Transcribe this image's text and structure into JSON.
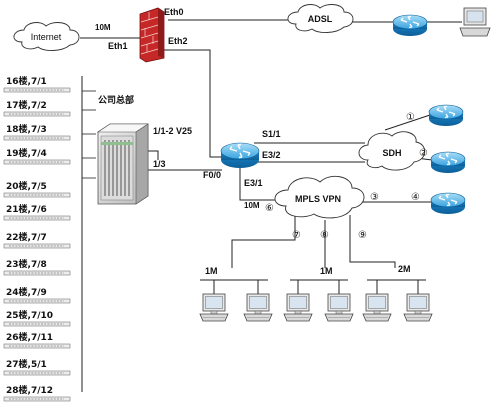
{
  "clouds": {
    "internet": "Internet",
    "adsl": "ADSL",
    "sdh": "SDH",
    "mpls": "MPLS VPN"
  },
  "firewall": {
    "eth0": "Eth0",
    "eth1": "Eth1",
    "eth2": "Eth2",
    "internet_speed": "10M"
  },
  "hq": {
    "label": "公司总部",
    "port_v25": "1/1-2  V25",
    "port_13": "1/3"
  },
  "core_router": {
    "s11": "S1/1",
    "e32": "E3/2",
    "e31": "E3/1",
    "f00": "F0/0"
  },
  "mpls_link_speed": "10M",
  "branches": [
    "①",
    "②",
    "③",
    "④",
    "⑥",
    "⑦",
    "⑧",
    "⑨"
  ],
  "bandwidths": [
    "1M",
    "1M",
    "2M"
  ],
  "floors": [
    "16楼,7/1",
    "17楼,7/2",
    "18楼,7/3",
    "19楼,7/4",
    "20楼,7/5",
    "21楼,7/6",
    "22楼,7/7",
    "23楼,7/8",
    "24楼,7/9",
    "25楼,7/10",
    "26楼,7/11",
    "27楼,5/1",
    "28楼,7/12"
  ],
  "colors": {
    "router_body": "#1f8fd6",
    "router_top": "#7cc8f2",
    "firewall": "#c62828",
    "line": "#222222"
  },
  "icons": [
    "router-icon",
    "firewall-icon",
    "switch-chassis-icon",
    "workstation-icon",
    "terminal-icon",
    "cloud-icon"
  ]
}
